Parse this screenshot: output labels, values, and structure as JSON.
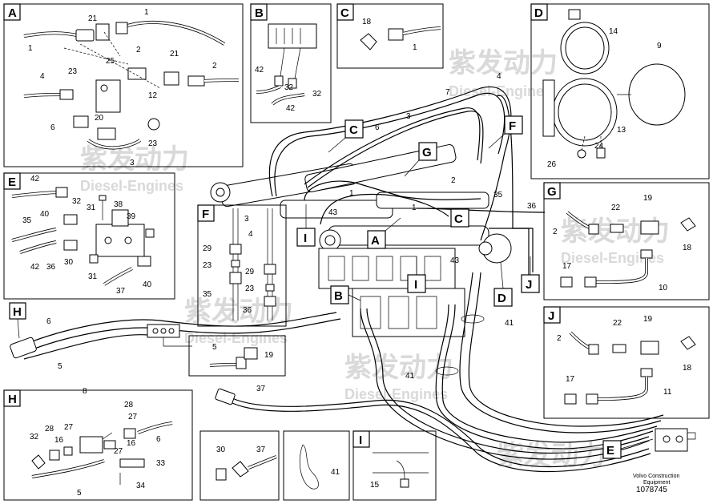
{
  "watermark": {
    "cn": "紫发动力",
    "en": "Diesel-Engines"
  },
  "footer": {
    "line1": "Volvo Construction",
    "line2": "Equipment",
    "code": "1078745"
  },
  "tags": {
    "A": "A",
    "B": "B",
    "C": "C",
    "D": "D",
    "E": "E",
    "F": "F",
    "G": "G",
    "H": "H",
    "I": "I",
    "J": "J"
  },
  "parts": {
    "p1": "1",
    "p2": "2",
    "p3": "3",
    "p4": "4",
    "p5": "5",
    "p6": "6",
    "p7": "7",
    "p8": "8",
    "p9": "9",
    "p10": "10",
    "p11": "11",
    "p12": "12",
    "p13": "13",
    "p14": "14",
    "p15": "15",
    "p16": "16",
    "p17": "17",
    "p18": "18",
    "p19": "19",
    "p20": "20",
    "p21": "21",
    "p22": "22",
    "p23": "23",
    "p24": "24",
    "p25": "25",
    "p26": "26",
    "p27": "27",
    "p28": "28",
    "p29": "29",
    "p30": "30",
    "p31": "31",
    "p32": "32",
    "p33": "33",
    "p34": "34",
    "p35": "35",
    "p36": "36",
    "p37": "37",
    "p38": "38",
    "p39": "39",
    "p40": "40",
    "p41": "41",
    "p42": "42",
    "p43": "43"
  }
}
